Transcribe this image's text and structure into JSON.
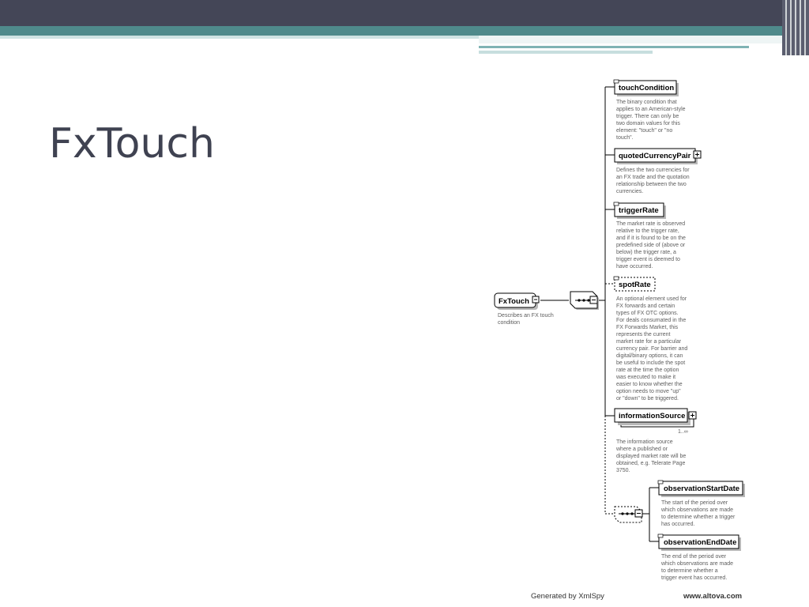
{
  "slide": {
    "title": "FxTouch"
  },
  "root": {
    "name": "FxTouch",
    "doc": [
      "Describes an FX touch",
      "condition"
    ]
  },
  "elements": [
    {
      "name": "touchCondition",
      "doc": [
        "The binary condition that",
        "applies to an American-style",
        "trigger. There can only be",
        "two domain values for this",
        "element: \"touch\" or \"no",
        "touch\"."
      ]
    },
    {
      "name": "quotedCurrencyPair",
      "doc": [
        "Defines the two currencies for",
        "an FX trade and the quotation",
        "relationship between the two",
        "currencies."
      ]
    },
    {
      "name": "triggerRate",
      "doc": [
        "The market rate is observed",
        "relative to the trigger rate,",
        "and if it is found to be on the",
        "predefined side of (above or",
        "below) the trigger rate, a",
        "trigger event is deemed to",
        "have occurred."
      ]
    },
    {
      "name": "spotRate",
      "doc": [
        "An optional element used for",
        "FX forwards and certain",
        "types of FX OTC options.",
        "For deals consumated in the",
        "FX Forwards Market, this",
        "represents the current",
        "market rate for a particular",
        "currency pair. For barrier and",
        "digital/binary options, it can",
        "be useful to include the spot",
        "rate at the time the option",
        "was executed to make it",
        "easier to know whether the",
        "option needs to move \"up\"",
        "or \"down\" to be triggered."
      ]
    },
    {
      "name": "informationSource",
      "multiplicity": "1..∞",
      "doc": [
        "The information source",
        "where a published or",
        "displayed market rate will be",
        "obtained, e.g. Telerate Page",
        "3750."
      ]
    },
    {
      "name": "observationStartDate",
      "doc": [
        "The start of the period over",
        "which observations are made",
        "to determine whether a trigger",
        "has occurred."
      ]
    },
    {
      "name": "observationEndDate",
      "doc": [
        "The end of the period over",
        "which observations are made",
        "to determine whether a",
        "trigger event has occurred."
      ]
    }
  ],
  "footer": {
    "generated": "Generated by XmlSpy",
    "site": "www.altova.com"
  },
  "colors": {
    "topbar": "#444657",
    "teal": "#4f8a8b",
    "title": "#3f4251"
  },
  "icons": [
    "sequence-compositor-icon",
    "expand-plus-icon",
    "collapse-minus-icon",
    "element-annotation-icon"
  ]
}
